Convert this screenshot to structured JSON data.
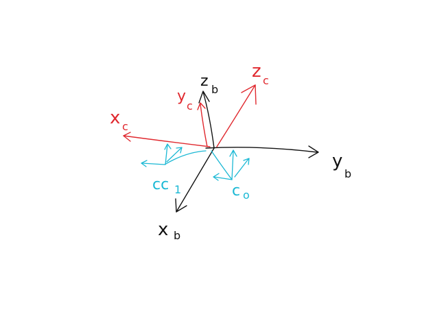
{
  "colors": {
    "background": "#ffffff",
    "body_frame": "#000000",
    "camera_frame": "#e0282e",
    "contact_frames": "#1ab8d4"
  },
  "labels": {
    "z_b": {
      "main": "z",
      "sub": "b"
    },
    "y_b": {
      "main": "y",
      "sub": "b"
    },
    "x_b": {
      "main": "x",
      "sub": "b"
    },
    "z_c": {
      "main": "z",
      "sub": "c"
    },
    "y_c": {
      "main": "y",
      "sub": "c"
    },
    "x_c": {
      "main": "x",
      "sub": "c"
    },
    "c0": {
      "main": "c",
      "sub": "o"
    },
    "cc1": {
      "main": "cc",
      "sub": "1"
    }
  }
}
